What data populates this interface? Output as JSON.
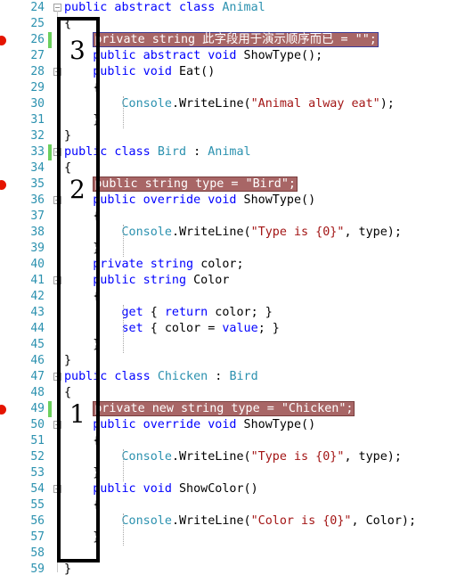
{
  "editor": {
    "language": "csharp",
    "breakpoint_color": "#e51400",
    "highlight_color": "#a86666",
    "first_line": 24,
    "lines": [
      {
        "num": "24",
        "segs": [
          {
            "t": "public abstract class ",
            "c": "kw"
          },
          {
            "t": "Animal",
            "c": "ty"
          }
        ]
      },
      {
        "num": "25",
        "segs": [
          {
            "t": "{",
            "c": ""
          }
        ]
      },
      {
        "num": "26",
        "segs": [
          {
            "t": "    ",
            "c": ""
          },
          {
            "t": "private string 此字段用于演示顺序而已 = \"\";",
            "c": "hl-sel"
          }
        ]
      },
      {
        "num": "27",
        "segs": [
          {
            "t": "    public abstract void ",
            "c": "kw"
          },
          {
            "t": "ShowType();",
            "c": ""
          }
        ]
      },
      {
        "num": "28",
        "segs": [
          {
            "t": "    public void ",
            "c": "kw"
          },
          {
            "t": "Eat()",
            "c": ""
          }
        ]
      },
      {
        "num": "29",
        "segs": [
          {
            "t": "    {",
            "c": ""
          }
        ]
      },
      {
        "num": "30",
        "segs": [
          {
            "t": "        ",
            "c": ""
          },
          {
            "t": "Console",
            "c": "ty"
          },
          {
            "t": ".WriteLine(",
            "c": ""
          },
          {
            "t": "\"Animal alway eat\"",
            "c": "st"
          },
          {
            "t": ");",
            "c": ""
          }
        ]
      },
      {
        "num": "31",
        "segs": [
          {
            "t": "    }",
            "c": ""
          }
        ]
      },
      {
        "num": "32",
        "segs": [
          {
            "t": "}",
            "c": ""
          }
        ]
      },
      {
        "num": "33",
        "segs": [
          {
            "t": "public class ",
            "c": "kw"
          },
          {
            "t": "Bird",
            "c": "ty"
          },
          {
            "t": " : ",
            "c": ""
          },
          {
            "t": "Animal",
            "c": "ty"
          }
        ]
      },
      {
        "num": "34",
        "segs": [
          {
            "t": "{",
            "c": ""
          }
        ]
      },
      {
        "num": "35",
        "segs": [
          {
            "t": "    ",
            "c": ""
          },
          {
            "t": "public string type = \"Bird\";",
            "c": "hl"
          }
        ]
      },
      {
        "num": "36",
        "segs": [
          {
            "t": "    public override void ",
            "c": "kw"
          },
          {
            "t": "ShowType()",
            "c": ""
          }
        ]
      },
      {
        "num": "37",
        "segs": [
          {
            "t": "    {",
            "c": ""
          }
        ]
      },
      {
        "num": "38",
        "segs": [
          {
            "t": "        ",
            "c": ""
          },
          {
            "t": "Console",
            "c": "ty"
          },
          {
            "t": ".WriteLine(",
            "c": ""
          },
          {
            "t": "\"Type is {0}\"",
            "c": "st"
          },
          {
            "t": ", type);",
            "c": ""
          }
        ]
      },
      {
        "num": "39",
        "segs": [
          {
            "t": "    }",
            "c": ""
          }
        ]
      },
      {
        "num": "40",
        "segs": [
          {
            "t": "    private string ",
            "c": "kw"
          },
          {
            "t": "color;",
            "c": ""
          }
        ]
      },
      {
        "num": "41",
        "segs": [
          {
            "t": "    public string ",
            "c": "kw"
          },
          {
            "t": "Color",
            "c": ""
          }
        ]
      },
      {
        "num": "42",
        "segs": [
          {
            "t": "    {",
            "c": ""
          }
        ]
      },
      {
        "num": "43",
        "segs": [
          {
            "t": "        get",
            "c": "kw"
          },
          {
            "t": " { ",
            "c": ""
          },
          {
            "t": "return",
            "c": "kw"
          },
          {
            "t": " color; }",
            "c": ""
          }
        ]
      },
      {
        "num": "44",
        "segs": [
          {
            "t": "        set",
            "c": "kw"
          },
          {
            "t": " { color = ",
            "c": ""
          },
          {
            "t": "value",
            "c": "kw"
          },
          {
            "t": "; }",
            "c": ""
          }
        ]
      },
      {
        "num": "45",
        "segs": [
          {
            "t": "    }",
            "c": ""
          }
        ]
      },
      {
        "num": "46",
        "segs": [
          {
            "t": "}",
            "c": ""
          }
        ]
      },
      {
        "num": "47",
        "segs": [
          {
            "t": "public class ",
            "c": "kw"
          },
          {
            "t": "Chicken",
            "c": "ty"
          },
          {
            "t": " : ",
            "c": ""
          },
          {
            "t": "Bird",
            "c": "ty"
          }
        ]
      },
      {
        "num": "48",
        "segs": [
          {
            "t": "{",
            "c": ""
          }
        ]
      },
      {
        "num": "49",
        "segs": [
          {
            "t": "    ",
            "c": ""
          },
          {
            "t": "private new string type = \"Chicken\";",
            "c": "hl"
          }
        ]
      },
      {
        "num": "50",
        "segs": [
          {
            "t": "    public override void ",
            "c": "kw"
          },
          {
            "t": "ShowType()",
            "c": ""
          }
        ]
      },
      {
        "num": "51",
        "segs": [
          {
            "t": "    {",
            "c": ""
          }
        ]
      },
      {
        "num": "52",
        "segs": [
          {
            "t": "        ",
            "c": ""
          },
          {
            "t": "Console",
            "c": "ty"
          },
          {
            "t": ".WriteLine(",
            "c": ""
          },
          {
            "t": "\"Type is {0}\"",
            "c": "st"
          },
          {
            "t": ", type);",
            "c": ""
          }
        ]
      },
      {
        "num": "53",
        "segs": [
          {
            "t": "    }",
            "c": ""
          }
        ]
      },
      {
        "num": "54",
        "segs": [
          {
            "t": "    public void ",
            "c": "kw"
          },
          {
            "t": "ShowColor()",
            "c": ""
          }
        ]
      },
      {
        "num": "55",
        "segs": [
          {
            "t": "    {",
            "c": ""
          }
        ]
      },
      {
        "num": "56",
        "segs": [
          {
            "t": "        ",
            "c": ""
          },
          {
            "t": "Console",
            "c": "ty"
          },
          {
            "t": ".WriteLine(",
            "c": ""
          },
          {
            "t": "\"Color is {0}\"",
            "c": "st"
          },
          {
            "t": ", Color);",
            "c": ""
          }
        ]
      },
      {
        "num": "57",
        "segs": [
          {
            "t": "    }",
            "c": ""
          }
        ]
      },
      {
        "num": "58",
        "segs": [
          {
            "t": "",
            "c": ""
          }
        ]
      },
      {
        "num": "59",
        "segs": [
          {
            "t": "}",
            "c": ""
          }
        ]
      }
    ],
    "breakpoints": [
      "26",
      "35",
      "49"
    ],
    "changed_lines": [
      "26",
      "33",
      "49"
    ],
    "collapse_markers": [
      "24",
      "28",
      "33",
      "36",
      "41",
      "47",
      "50",
      "54"
    ]
  },
  "annotations": {
    "labels": [
      "3",
      "2",
      "1"
    ]
  }
}
